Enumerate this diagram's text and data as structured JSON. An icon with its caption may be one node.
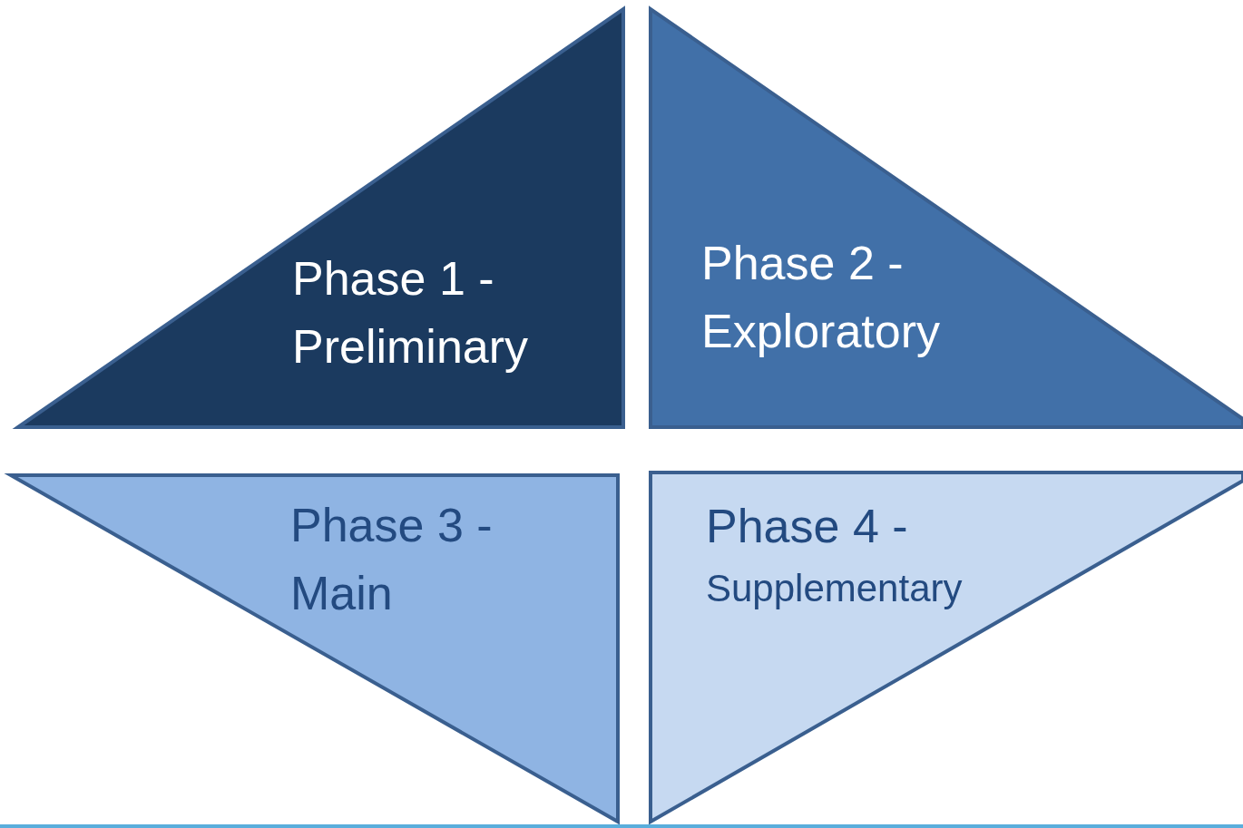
{
  "diagram": {
    "nodes": [
      {
        "text": [
          "Phase 1 - Preliminary"
        ]
      },
      {
        "text": [
          "Phase 2 - Exploratory"
        ]
      },
      {
        "text": [
          "Phase 3 - Main"
        ]
      },
      {
        "text": [
          "Phase 4 -",
          "Supplementary"
        ]
      }
    ]
  }
}
